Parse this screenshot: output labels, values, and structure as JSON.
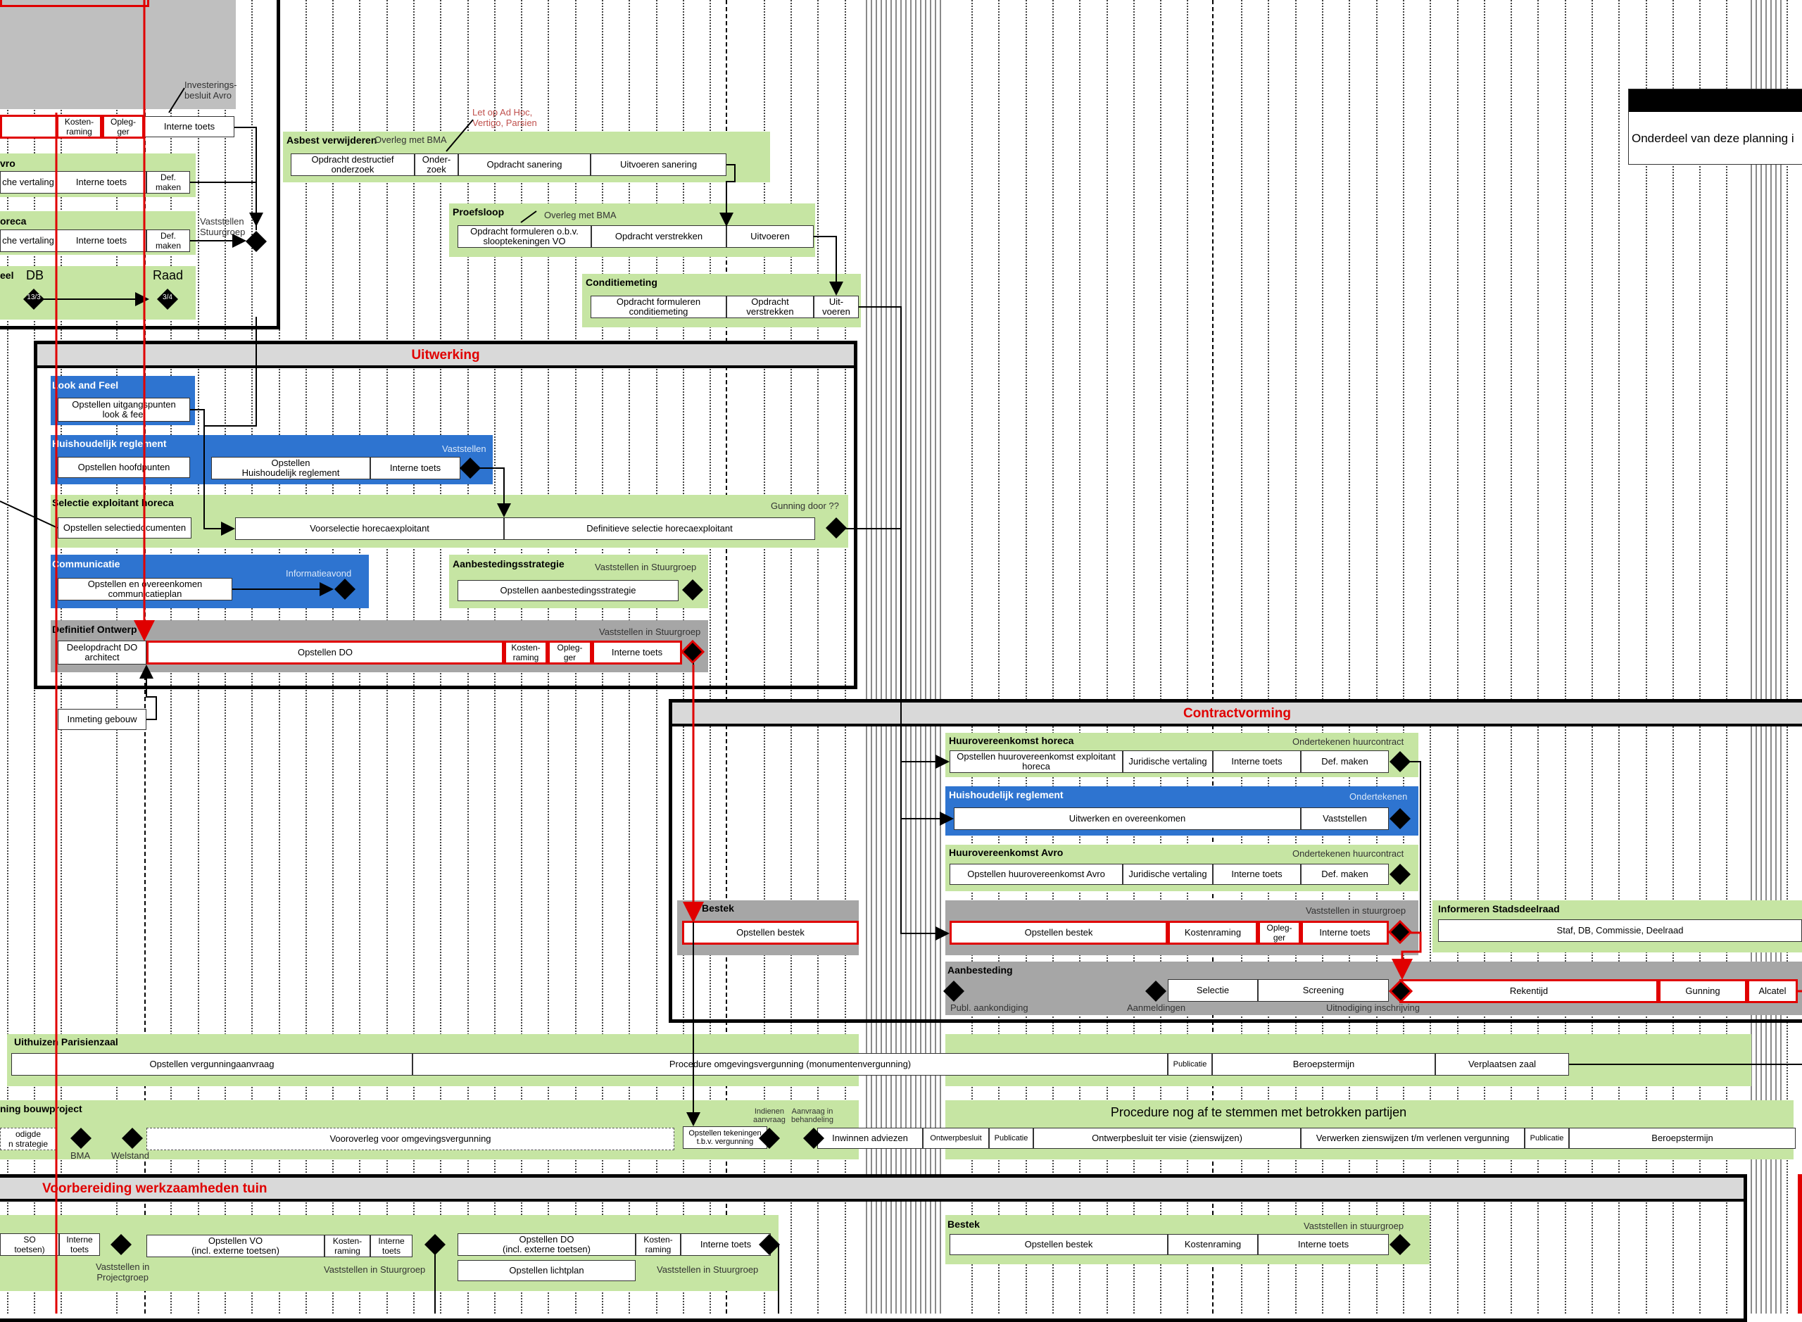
{
  "sections": {
    "uitwerking": "Uitwerking",
    "contractvorming": "Contractvorming",
    "voorbereiding": "Voorbereiding werkzaamheden tuin"
  },
  "legend": {
    "text": "Onderdeel van deze planning i"
  },
  "top_left": {
    "investerings": "Investerings-\nbesluit Avro",
    "kostenraming": "Kosten-\nraming",
    "opleg": "Opleg-\nger",
    "interne_toets": "Interne toets",
    "avro_title": "vro",
    "avro_b1": "che vertaling",
    "avro_b2": "Interne toets",
    "avro_b3": "Def.\nmaken",
    "horeca_title": "oreca",
    "horeca_b1": "che vertaling",
    "horeca_b2": "Interne toets",
    "horeca_b3": "Def.\nmaken",
    "vaststellen_sg": "Vaststellen\nStuurgroep",
    "deel_title": "eel",
    "db": "DB",
    "raad": "Raad",
    "d1": "13/3",
    "d2": "3/4"
  },
  "asbest": {
    "title": "Asbest verwijderen",
    "overleg": "Overleg met BMA",
    "note": "Let op Ad Hoc,\nVertigo, Parsien",
    "b1": "Opdracht destructief\nonderzoek",
    "b2": "Onder-\nzoek",
    "b3": "Opdracht sanering",
    "b4": "Uitvoeren sanering"
  },
  "proefsloop": {
    "title": "Proefsloop",
    "overleg": "Overleg met BMA",
    "b1": "Opdracht formuleren o.b.v.\nsloopte­keningen VO",
    "b2": "Opdracht verstrekken",
    "b3": "Uitvoeren"
  },
  "conditie": {
    "title": "Conditiemeting",
    "b1": "Opdracht formuleren\nconditiemeting",
    "b2": "Opdracht\nverstrekken",
    "b3": "Uit-\nvoeren"
  },
  "lookfeel": {
    "title": "Look and Feel",
    "b1": "Opstellen uitgangspunten\nlook & feel"
  },
  "hh1": {
    "title": "Huishoudelijk reglement",
    "note": "Vaststellen",
    "b1": "Opstellen hoofdpunten",
    "b2": "Opstellen\nHuishoudelijk reglement",
    "b3": "Interne toets"
  },
  "selectie": {
    "title": "Selectie exploitant horeca",
    "note": "Gunning door ??",
    "b1": "Opstellen selectiedocumenten",
    "b2": "Voorselectie horecaexploitant",
    "b3": "Definitieve selectie horecaexploitant"
  },
  "communicatie": {
    "title": "Communicatie",
    "note": "Informatieavond",
    "b1": "Opstellen en overeenkomen\ncommunicatieplan"
  },
  "aanbstrat": {
    "title": "Aanbestedingsstrategie",
    "note": "Vaststellen in Stuurgroep",
    "b1": "Opstellen aanbestedingsstrategie"
  },
  "do": {
    "title": "Definitief Ontwerp",
    "note": "Vaststellen in Stuurgroep",
    "b1": "Deelopdracht DO\narchitect",
    "b2": "Opstellen DO",
    "b3": "Kosten-\nraming",
    "b4": "Opleg-\nger",
    "b5": "Interne toets",
    "inmeting": "Inmeting gebouw"
  },
  "hvh": {
    "title": "Huurovereenkomst horeca",
    "note": "Ondertekenen huurcontract",
    "b1": "Opstellen huurovereenkomst exploitant\nhoreca",
    "b2": "Juridische vertaling",
    "b3": "Interne toets",
    "b4": "Def. maken"
  },
  "hh2": {
    "title": "Huishoudelijk reglement",
    "note": "Ondertekenen",
    "b1": "Uitwerken en overeenkomen",
    "b2": "Vaststellen"
  },
  "hva": {
    "title": "Huurovereenkomst Avro",
    "note": "Ondertekenen huurcontract",
    "b1": "Opstellen huurovereenkomst Avro",
    "b2": "Juridische vertaling",
    "b3": "Interne toets",
    "b4": "Def. maken"
  },
  "bestek1": {
    "title": "Bestek",
    "b1": "Opstellen bestek"
  },
  "bestek2": {
    "note": "Vaststellen in stuurgroep",
    "b1": "Opstellen bestek",
    "b2": "Kostenraming",
    "b3": "Opleg-\nger",
    "b4": "Interne toets"
  },
  "informeren": {
    "title": "Informeren Stadsdeelraad",
    "b1": "Staf, DB, Commissie, Deelraad"
  },
  "aanbesteding": {
    "title": "Aanbesteding",
    "publ": "Publ. aankondiging",
    "aanm": "Aanmeldingen",
    "uitn": "Uitnodiging inschrijving",
    "b1": "Selectie",
    "b2": "Screening",
    "b3": "Rekentijd",
    "b4": "Gunning",
    "b5": "Alcatel"
  },
  "uithuizen": {
    "title": "Uithuizen Parisienzaal",
    "b1": "Opstellen vergunningaanvraag",
    "b2": "Procedure omgevingsvergunning (monumentenvergunning)",
    "b3": "Publicatie",
    "b4": "Beroepstermijn",
    "b5": "Verplaatsen zaal"
  },
  "bouw": {
    "title": "ning bouwproject",
    "procedure": "Procedure nog af te stemmen met betrokken partijen",
    "b0": "odigde\nn strategie",
    "bma": "BMA",
    "welstand": "Welstand",
    "b1": "Vooroverleg voor omgevingsvergunning",
    "b2": "Opstellen tekeningen\nt.b.v. vergunning",
    "indienen": "Indienen\naanvraag",
    "behandeling": "Aanvraag in\nbehandeling",
    "b3": "Inwinnen adviezen",
    "b4": "Ontwerpbesluit",
    "b5": "Publicatie",
    "b6": "Ontwerpbesluit ter visie (zienswijzen)",
    "b7": "Verwerken zienswijzen t/m verlenen vergunning",
    "b8": "Publicatie",
    "b9": "Beroepstermijn"
  },
  "tuin": {
    "b1": "SO\ntoetsen)",
    "b2": "Interne\ntoets",
    "vast_pg": "Vaststellen in\nProjectgroep",
    "b3": "Opstellen VO\n(incl. externe toetsen)",
    "b4": "Kosten-\nraming",
    "b5": "Interne\ntoets",
    "vast_sg1": "Vaststellen in Stuurgroep",
    "b6": "Opstellen DO\n(incl. externe toetsen)",
    "b7": "Kosten-\nraming",
    "b8": "Interne toets",
    "b9": "Opstellen lichtplan",
    "vast_sg2": "Vaststellen in Stuurgroep",
    "bestek_title": "Bestek",
    "bestek_note": "Vaststellen in stuurgroep",
    "bestek_b1": "Opstellen bestek",
    "bestek_b2": "Kostenraming",
    "bestek_b3": "Interne toets"
  }
}
